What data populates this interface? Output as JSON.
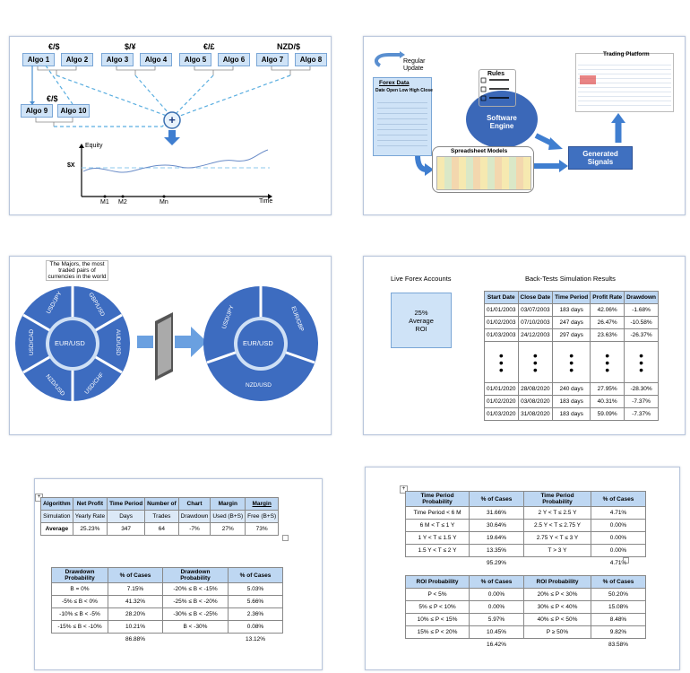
{
  "panel1": {
    "currencies": [
      "€/$",
      "$/¥",
      "€/£",
      "NZD/$"
    ],
    "algos": [
      "Algo 1",
      "Algo 2",
      "Algo 3",
      "Algo 4",
      "Algo 5",
      "Algo 6",
      "Algo 7",
      "Algo 8"
    ],
    "currency_lower": "€/$",
    "algos_lower": [
      "Algo 9",
      "Algo 10"
    ],
    "equity_label": "Equity",
    "x_label": "$X",
    "time_label": "Time",
    "milestones": [
      "M1",
      "M2",
      "Mn"
    ]
  },
  "panel2": {
    "regular_update": "Regular Update",
    "forex_data_title": "Forex Data",
    "forex_columns": "Date Open Low High Close",
    "rules": "Rules",
    "engine": "Software Engine",
    "spreadsheet": "Spreadsheet Models",
    "signals": "Generated Signals",
    "platform": "Trading Platform"
  },
  "panel3": {
    "caption": "The Majors, the most traded pairs of currencies in the world",
    "left_center": "EUR/USD",
    "left_segments": [
      "USD/JPY",
      "GBP/USD",
      "AUD/USD",
      "USD/CHF",
      "NZD/USD",
      "USD/CAD"
    ],
    "right_center": "EUR/USD",
    "right_segments": [
      "USD/JPY",
      "EUR/GBP",
      "NZD/USD"
    ]
  },
  "panel4": {
    "live_title": "Live Forex Accounts",
    "roi_box": [
      "25%",
      "Average",
      "ROI"
    ],
    "backtest_title": "Back-Tests Simulation Results",
    "headers": [
      "Start Date",
      "Close Date",
      "Time Period",
      "Profit Rate",
      "Drawdown"
    ],
    "rows_top": [
      [
        "01/01/2003",
        "03/07/2003",
        "183 days",
        "42.06%",
        "-1.68%"
      ],
      [
        "01/02/2003",
        "07/10/2003",
        "247 days",
        "26.47%",
        "-10.58%"
      ],
      [
        "01/03/2003",
        "24/12/2003",
        "297 days",
        "23.63%",
        "-26.37%"
      ]
    ],
    "rows_bottom": [
      [
        "01/01/2020",
        "28/08/2020",
        "240 days",
        "27.95%",
        "-28.30%"
      ],
      [
        "01/02/2020",
        "03/08/2020",
        "183 days",
        "40.31%",
        "-7.37%"
      ],
      [
        "01/03/2020",
        "31/08/2020",
        "183 days",
        "59.09%",
        "-7.37%"
      ]
    ]
  },
  "panel5": {
    "summary_headers": [
      "Algorithm",
      "Net Profit",
      "Time Period",
      "Number of",
      "Chart",
      "Margin",
      "Margin"
    ],
    "summary_sub": [
      "Simulation",
      "Yearly Rate",
      "Days",
      "Trades",
      "Drawdown",
      "Used (B+S)",
      "Free (B+S)"
    ],
    "summary_avg": [
      "Average",
      "25.23%",
      "347",
      "64",
      "-7%",
      "27%",
      "73%"
    ],
    "dd_headers": [
      "Drawdown Probability",
      "% of Cases",
      "Drawdown Probability",
      "% of Cases"
    ],
    "dd_rows": [
      [
        "B = 0%",
        "7.15%",
        "-20% ≤ B < -15%",
        "5.03%"
      ],
      [
        "-5% ≤ B < 0%",
        "41.32%",
        "-25% ≤ B < -20%",
        "5.66%"
      ],
      [
        "-10% ≤ B < -5%",
        "28.20%",
        "-30% ≤ B < -25%",
        "2.36%"
      ],
      [
        "-15% ≤ B < -10%",
        "10.21%",
        "B < -30%",
        "0.08%"
      ]
    ],
    "dd_totals": [
      "86.88%",
      "13.12%"
    ]
  },
  "panel6": {
    "tp_headers": [
      "Time Period Probability",
      "% of Cases",
      "Time Period Probability",
      "% of Cases"
    ],
    "tp_rows": [
      [
        "Time Period < 6 M",
        "31.66%",
        "2 Y < T ≤ 2.5 Y",
        "4.71%"
      ],
      [
        "6 M < T ≤ 1 Y",
        "30.64%",
        "2.5 Y < T ≤ 2.75 Y",
        "0.00%"
      ],
      [
        "1 Y < T ≤ 1.5 Y",
        "19.64%",
        "2.75 Y < T ≤ 3 Y",
        "0.00%"
      ],
      [
        "1.5 Y < T ≤ 2 Y",
        "13.35%",
        "T > 3 Y",
        "0.00%"
      ]
    ],
    "tp_totals": [
      "95.29%",
      "4.71%"
    ],
    "roi_headers": [
      "ROI Probability",
      "% of Cases",
      "ROI Probability",
      "% of Cases"
    ],
    "roi_rows": [
      [
        "P < 5%",
        "0.00%",
        "20% ≤ P < 30%",
        "50.20%"
      ],
      [
        "5% ≤ P < 10%",
        "0.00%",
        "30% ≤ P < 40%",
        "15.08%"
      ],
      [
        "10% ≤ P < 15%",
        "5.97%",
        "40% ≤ P < 50%",
        "8.48%"
      ],
      [
        "15% ≤ P < 20%",
        "10.45%",
        "P ≥ 50%",
        "9.82%"
      ]
    ],
    "roi_totals": [
      "16.42%",
      "83.58%"
    ]
  }
}
